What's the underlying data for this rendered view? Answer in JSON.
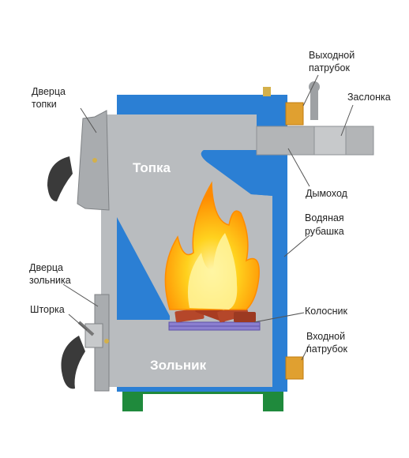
{
  "labels": {
    "door_firebox": [
      "Дверца",
      "топки"
    ],
    "flue_outlet": [
      "Выходной",
      "патрубок"
    ],
    "damper": [
      "Заслонка"
    ],
    "chimney": [
      "Дымоход"
    ],
    "water_jacket": [
      "Водяная",
      "рубашка"
    ],
    "door_ash": [
      "Дверца",
      "зольника"
    ],
    "shutter": [
      "Шторка"
    ],
    "grate": [
      "Колосник"
    ],
    "inlet": [
      "Входной",
      "патрубок"
    ]
  },
  "zones": {
    "firebox": "Топка",
    "ashpit": "Зольник"
  },
  "colors": {
    "jacket": "#2b7fd4",
    "body": "#b9bcbf",
    "door": "#a9acaf",
    "pipe": "#b3b5b7",
    "brass": "#e0a030",
    "legs": "#1f8a3c",
    "grate": "#8b7fd0",
    "flame": "#ffa200",
    "wood": "#b5472a"
  }
}
